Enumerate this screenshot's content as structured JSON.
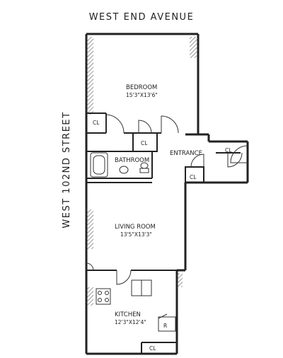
{
  "street_top": "WEST END AVENUE",
  "street_side": "WEST 102ND STREET",
  "rooms": {
    "bedroom": {
      "name": "BEDROOM",
      "size": "15'3\"X13'6\""
    },
    "bathroom": {
      "name": "BATHROOM"
    },
    "entrance": {
      "name": "ENTRANCE"
    },
    "living": {
      "name": "LIVING ROOM",
      "size": "13'5\"X13'3\""
    },
    "kitchen": {
      "name": "KITCHEN",
      "size": "12'3\"X12'4\""
    }
  },
  "closets": {
    "bedroom_closet": "CL",
    "hall_closet": "CL",
    "entry_closet": "CL",
    "entrance_closet": "CL",
    "kitchen_closet": "CL"
  },
  "fixtures": {
    "refrigerator": "R"
  }
}
